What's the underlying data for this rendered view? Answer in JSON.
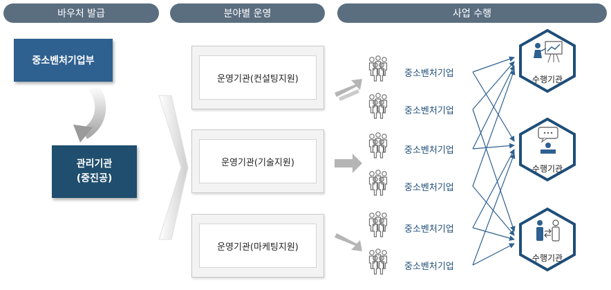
{
  "headers": {
    "voucher": "바우처 발급",
    "field_ops": "분야별 운영",
    "project": "사업 수행"
  },
  "sme_ministry": "중소벤처기업부",
  "mgmt_agency": {
    "line1": "관리기관",
    "line2": "(중진공)"
  },
  "operators": [
    "운영기관(컨설팅지원)",
    "운영기관(기술지원)",
    "운영기관(마케팅지원)"
  ],
  "companies": [
    "중소벤처기업",
    "중소벤처기업",
    "중소벤처기업",
    "중소벤처기업",
    "중소벤처기업",
    "중소벤처기업"
  ],
  "performers": [
    {
      "label": "수행기관",
      "icon": "presentation-icon"
    },
    {
      "label": "수행기관",
      "icon": "consulting-icon"
    },
    {
      "label": "수행기관",
      "icon": "exchange-icon"
    }
  ],
  "colors": {
    "header": "#5b6e80",
    "sme_box": "#2e6090",
    "mgmt_box": "#1f4e6e",
    "hex_border": "#1f4e79",
    "arrow": "#2e6090",
    "company_text": "#1f4e79"
  }
}
